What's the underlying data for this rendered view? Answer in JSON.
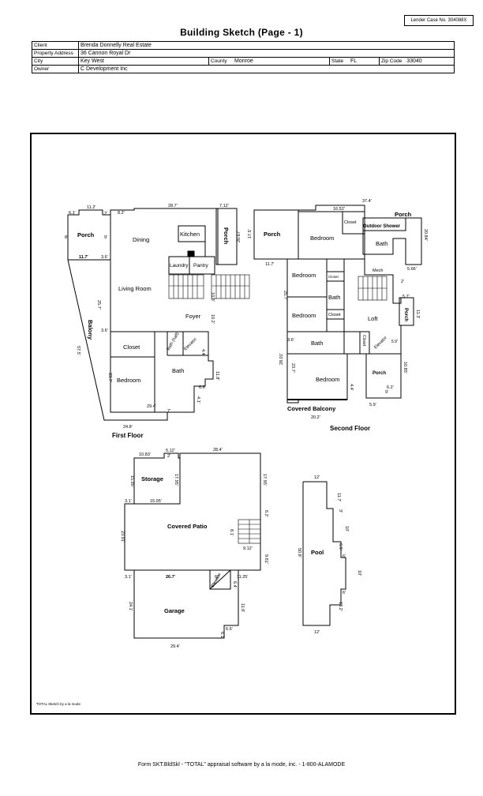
{
  "header": {
    "lender_case": "Lender Case No. 304088X",
    "title": "Building Sketch (Page - 1)"
  },
  "info": {
    "client_label": "Client",
    "client": "Brenda Donnelly Real Estate",
    "address_label": "Property Address",
    "address": "36 Cannon Royal Dr",
    "city_label": "City",
    "city": "Key West",
    "county_label": "County",
    "county": "Monroe",
    "state_label": "State",
    "state": "FL",
    "zip_label": "Zip Code",
    "zip": "33040",
    "owner_label": "Owner",
    "owner": "C Development Inc"
  },
  "sketch": {
    "first_floor": {
      "title": "First Floor",
      "rooms": {
        "porch": "Porch",
        "dining": "Dining",
        "kitchen": "Kitchen",
        "porch_side": "Porch",
        "laundry": "Laundry",
        "pantry": "Pantry",
        "living": "Living Room",
        "foyer": "Foyer",
        "balony": "Balony",
        "closet": "Closet",
        "bedroom": "Bedroom",
        "bath": "Bath",
        "bath_half": "Bath (half)",
        "elevator": "Elevator"
      },
      "dims": {
        "d1": "11.2'",
        "d2": "28.7'",
        "d3": "7.12'",
        "d4": "6.1'",
        "d5": "8.2'",
        "d6": "2'",
        "d7": "8'",
        "d8": "9'",
        "d9": "11.7'",
        "d10": "3.6'",
        "d11": "20.67'",
        "d12": "25.7'",
        "d13": "10.3'",
        "d14": "10.2'",
        "d15": "3.6'",
        "d16": "57.5'",
        "d17": "23.7'",
        "d18": "4.4'",
        "d19": "11.8'",
        "d20": "6.6'",
        "d21": "4.1'",
        "d22": "29.4'",
        "d23": "7'",
        "d24": "24.8'"
      }
    },
    "second_floor": {
      "title": "Second Floor",
      "rooms": {
        "porch_left": "Porch",
        "bedroom_top": "Bedroom",
        "closet_top": "Closet",
        "outdoor_shower": "Outdoor Shower",
        "porch_right": "Porch",
        "bath_top": "Bath",
        "mech": "Mech",
        "bedroom_mid": "Bedroom",
        "closet_mid": "Closet",
        "bath_mid": "Bath",
        "bedroom_low": "Bedroom",
        "closet_low": "Closet",
        "loft": "Loft",
        "porch_side": "Porch",
        "bath_low": "Bath",
        "closet_v": "Closet",
        "elevator": "Elevator",
        "bedroom_bottom": "Bedroom",
        "porch_bottom": "Porch",
        "covered_balcony": "Covered Balcony"
      },
      "dims": {
        "d1": "37.4'",
        "d2": "16.52'",
        "d3": "20.84'",
        "d4": "5.66'",
        "d5": "17.5'",
        "d6": "11.7'",
        "d7": "25.7'",
        "d8": "2'",
        "d9": "5.7'",
        "d10": "11.3'",
        "d11": "3.6'",
        "d12": "28.01'",
        "d13": "23.7'",
        "d14": "10.85'",
        "d15": "6.2'",
        "d16": "9'",
        "d17": "5.9'",
        "d18": "20.2'",
        "d19": "4.4'",
        "d20": "5.9'"
      }
    },
    "lower": {
      "rooms": {
        "storage": "Storage",
        "covered_patio": "Covered Patio",
        "garage": "Garage",
        "elevator": "Elevator",
        "pool": "Pool"
      },
      "dims": {
        "d1": "10.83'",
        "d2": "5.12'",
        "d3": "28.4'",
        "d4": "2'",
        "d5": "15.95'",
        "d6": "17.95'",
        "d7": "17.95'",
        "d8": "3.1'",
        "d9": "15.95'",
        "d10": "23.91'",
        "d11": "6.2'",
        "d12": "8.1'",
        "d13": "9.12'",
        "d14": "9.61'",
        "d15": "3.1'",
        "d16": "26.7'",
        "d17": "6'",
        "d18": "11.25'",
        "d19": "6.4'",
        "d20": "24.1'",
        "d21": "11.6'",
        "d22": "6.6'",
        "d23": "6.1'",
        "d24": "29.4'",
        "p1": "12'",
        "p2": "11.7'",
        "p3": "3'",
        "p4": "10'",
        "p5": "50.8'",
        "p6": "6.6'",
        "p7": "6'",
        "p8": "10'",
        "p9": "6'",
        "p10": "13.2'",
        "p11": "12'"
      }
    },
    "credit": "TOTAL Sketch by a la mode"
  },
  "footer": "Form SKT.BldSkl - \"TOTAL\" appraisal software by a la mode, inc. - 1-800-ALAMODE"
}
